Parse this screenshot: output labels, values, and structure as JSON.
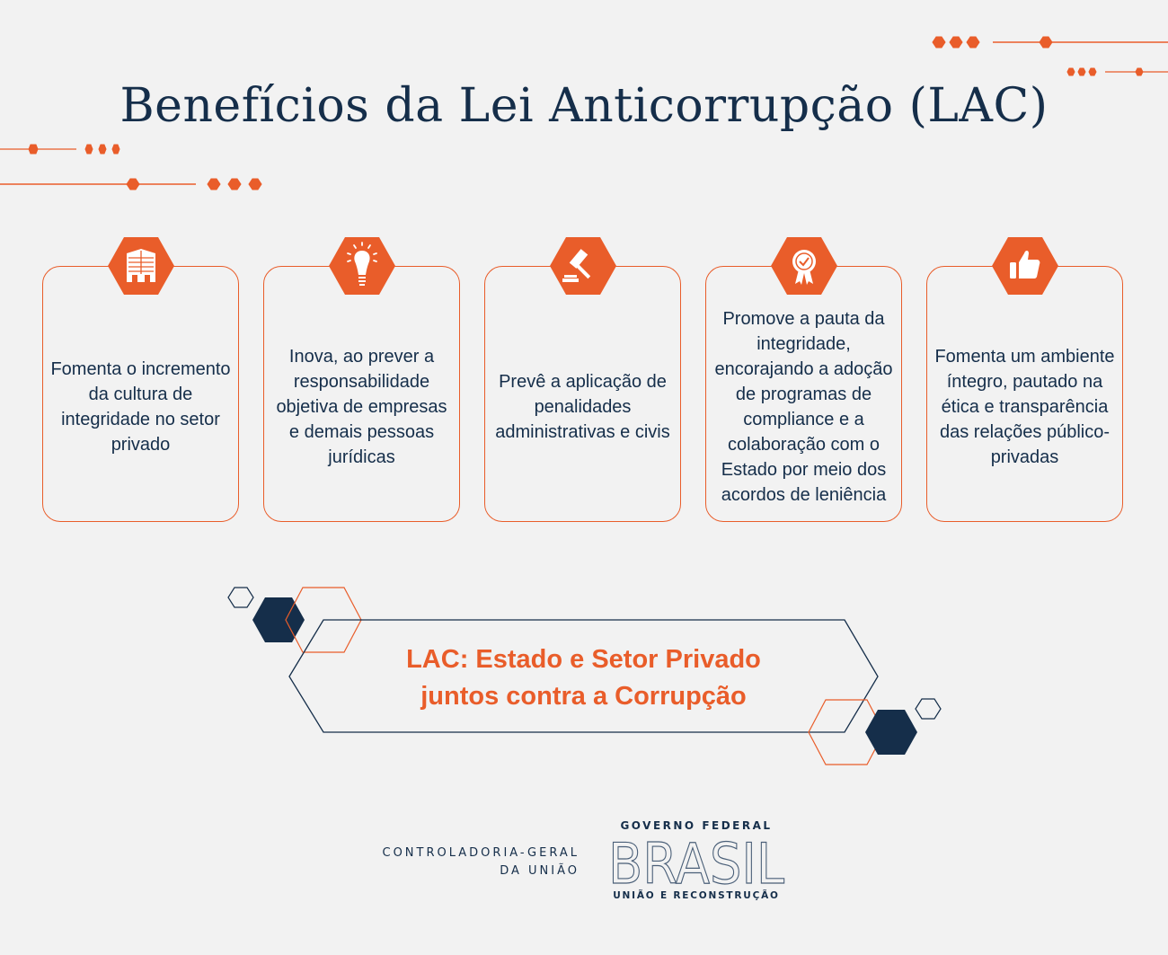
{
  "title": "Benefícios da Lei Anticorrupção (LAC)",
  "colors": {
    "accent": "#e95d2a",
    "navy": "#152e4a",
    "background": "#f2f2f2"
  },
  "cards": [
    {
      "icon": "building-icon",
      "text": "Fomenta o incremento da cultura de integridade no setor privado"
    },
    {
      "icon": "lightbulb-icon",
      "text": "Inova, ao prever a responsabilidade objetiva de empresas e demais pessoas jurídicas"
    },
    {
      "icon": "gavel-icon",
      "text": "Prevê a aplicação de penalidades administrativas e civis"
    },
    {
      "icon": "award-badge-icon",
      "text": "Promove a pauta da integridade, encorajando a adoção de programas de compliance e a colaboração com o Estado por meio dos acordos de leniência"
    },
    {
      "icon": "thumbs-up-icon",
      "text": "Fomenta um ambiente íntegro, pautado na ética e transparência das relações público-privadas"
    }
  ],
  "banner": {
    "line1": "LAC: Estado e Setor Privado",
    "line2": "juntos contra a Corrupção"
  },
  "footer": {
    "cgu_line1": "CONTROLADORIA-GERAL",
    "cgu_line2": "DA UNIÃO",
    "gov_top": "GOVERNO FEDERAL",
    "gov_logo": "BRASIL",
    "gov_bottom": "UNIÃO E RECONSTRUÇÃO"
  }
}
